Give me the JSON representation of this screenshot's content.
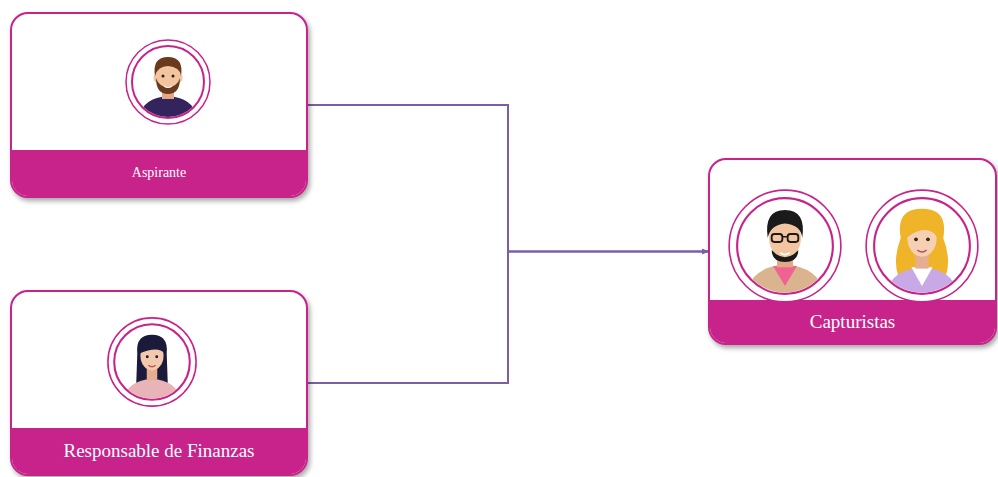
{
  "diagram": {
    "nodes": [
      {
        "text": [
          "Aspirante"
        ]
      },
      {
        "text": [
          "Responsable de Finanzas"
        ]
      },
      {
        "text": [
          "Capturistas"
        ]
      }
    ],
    "edges": [
      {
        "from": 0,
        "to": 2,
        "arrow": "to"
      },
      {
        "from": 1,
        "to": 2,
        "arrow": "to"
      }
    ]
  }
}
